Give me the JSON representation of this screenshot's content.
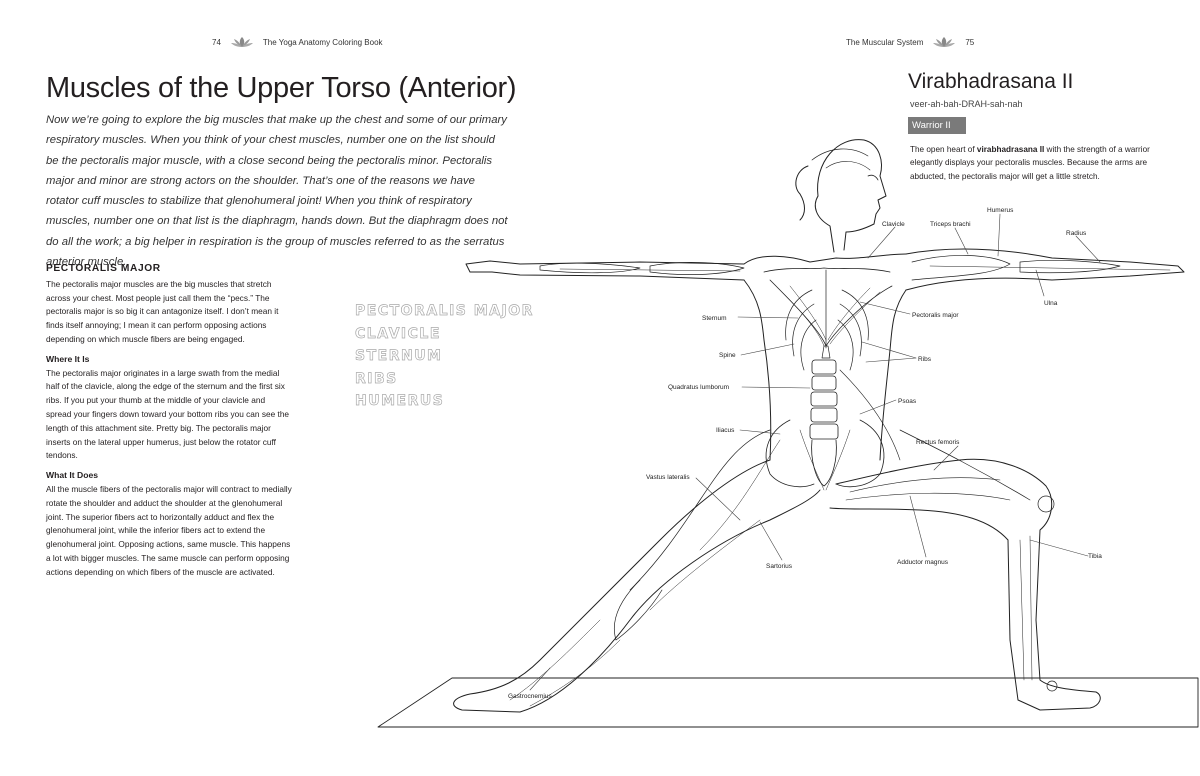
{
  "left_header": {
    "page_number": "74",
    "book_title": "The Yoga Anatomy Coloring Book"
  },
  "right_header": {
    "section": "The Muscular System",
    "page_number": "75"
  },
  "title": "Muscles of the Upper Torso (Anterior)",
  "intro": "Now we’re going to explore the big muscles that make up the chest and some of our primary respiratory muscles. When you think of your chest muscles, number one on the list should be the pectoralis major muscle, with a close second being the pectoralis minor. Pectoralis major and minor are strong actors on the shoulder. That’s one of the reasons we have rotator cuff muscles to stabilize that glenohumeral joint! When you think of respiratory muscles, number one on that list is the diaphragm, hands down. But the diaphragm does not do all the work; a big helper in respiration is the group of muscles referred to as the serratus anterior muscle.",
  "section": {
    "heading": "PECTORALIS MAJOR",
    "body": "The pectoralis major muscles are the big muscles that stretch across your chest. Most people just call them the “pecs.” The pectoralis major is so big it can antagonize itself. I don’t mean it finds itself annoying; I mean it can perform opposing actions depending on which muscle fibers are being engaged.",
    "where_heading": "Where It Is",
    "where_body": "The pectoralis major originates in a large swath from the medial half of the clavicle, along the edge of the sternum and the first six ribs. If you put your thumb at the middle of your clavicle and spread your fingers down toward your bottom ribs you can see the length of this attachment site. Pretty big. The pectoralis major inserts on the lateral upper humerus, just below the rotator cuff tendons.",
    "what_heading": "What It Does",
    "what_body": "All the muscle fibers of the pectoralis major will contract to medially rotate the shoulder and adduct the shoulder at the glenohumeral joint. The superior fibers act to horizontally adduct and flex the glenohumeral joint, while the inferior fibers act to extend the glenohumeral joint. Opposing actions, same muscle. This happens a lot with bigger muscles. The same muscle can perform opposing actions depending on which fibers of the muscle are activated."
  },
  "coloring_labels": [
    "PECTORALIS MAJOR",
    "CLAVICLE",
    "STERNUM",
    "RIBS",
    "HUMERUS"
  ],
  "pose": {
    "name": "Virabhadrasana II",
    "pronunciation": "veer-ah-bah-DRAH-sah-nah",
    "english": "Warrior II",
    "desc_before": "The open heart of ",
    "desc_bold": "virabhadrasana II",
    "desc_after": " with the strength of a warrior elegantly displays your pectoralis muscles. Because the arms are abducted, the pectoralis major will get a little stretch."
  },
  "figure_labels": {
    "clavicle": "Clavicle",
    "triceps": "Triceps brachi",
    "humerus": "Humerus",
    "radius": "Radius",
    "ulna": "Ulna",
    "sternum": "Sternum",
    "pectoralis": "Pectoralis major",
    "spine": "Spine",
    "ribs": "Ribs",
    "quadratus": "Quadratus lumborum",
    "psoas": "Psoas",
    "iliacus": "Iliacus",
    "rectus": "Rectus femoris",
    "vastus": "Vastus lateralis",
    "tibia": "Tibia",
    "sartorius": "Sartorius",
    "adductor": "Adductor magnus",
    "gastrocnemius": "Gastrocnemius"
  },
  "colors": {
    "text": "#231f20",
    "badge": "#7a7a7a",
    "outline_label": "#aaaaaa"
  },
  "icons": [
    "lotus-icon"
  ]
}
